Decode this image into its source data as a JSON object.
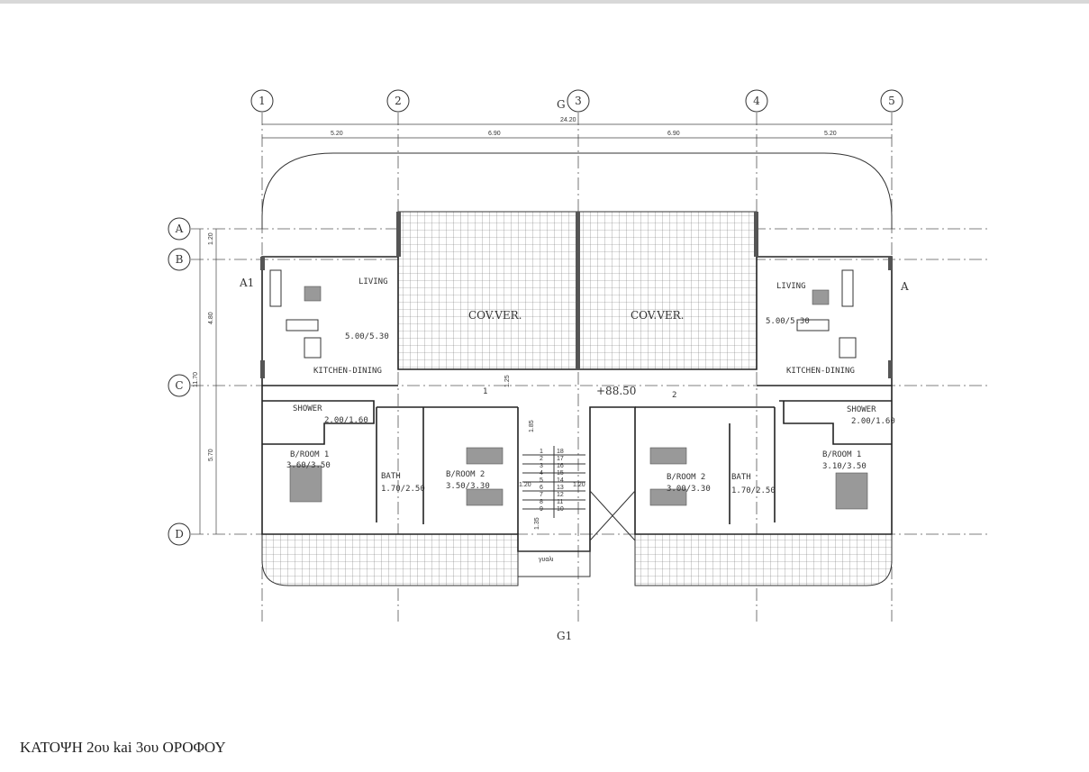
{
  "title": "ΚΑΤΟΨΗ 2ου kai 3ου ΟΡΟΦΟΥ",
  "grid_axes": {
    "columns": [
      "1",
      "2",
      "3",
      "4",
      "5"
    ],
    "rows": [
      "A",
      "B",
      "C",
      "D"
    ]
  },
  "section_marks": {
    "top": "G",
    "bottom": "G1",
    "left": "A1",
    "right": "A"
  },
  "dimensions": {
    "overall": "24.20",
    "bays": [
      "5.20",
      "6.90",
      "6.90",
      "5.20"
    ],
    "vertical": [
      "1.20",
      "4.80",
      "5.70"
    ],
    "vertical_overall": "11.70",
    "stair": [
      "1.85",
      "1.35",
      "1.25",
      "1.20",
      "1.20"
    ]
  },
  "level": "+88.50",
  "door_tags": [
    "1",
    "2"
  ],
  "stair_label": "γυαλι",
  "stair_steps_left": [
    "1",
    "2",
    "3",
    "4",
    "5",
    "6",
    "7",
    "8",
    "9"
  ],
  "stair_steps_right": [
    "18",
    "17",
    "16",
    "15",
    "14",
    "13",
    "12",
    "11",
    "10"
  ],
  "rooms": {
    "left": {
      "living": "LIVING",
      "living_size": "5.00/5.30",
      "kitchen": "KITCHEN-DINING",
      "shower": "SHOWER",
      "shower_size": "2.00/1.60",
      "bedroom1": "B/ROOM 1",
      "bedroom1_size": "3.60/3.50",
      "bath": "BATH",
      "bath_size": "1.70/2.50",
      "bedroom2": "B/ROOM 2",
      "bedroom2_size": "3.50/3.30",
      "veranda": "COV.VER."
    },
    "right": {
      "living": "LIVING",
      "living_size": "5.00/5.30",
      "kitchen": "KITCHEN-DINING",
      "shower": "SHOWER",
      "shower_size": "2.00/1.60",
      "bedroom1": "B/ROOM 1",
      "bedroom1_size": "3.10/3.50",
      "bath": "BATH",
      "bath_size": "1.70/2.50",
      "bedroom2": "B/ROOM 2",
      "bedroom2_size": "3.00/3.30",
      "veranda": "COV.VER."
    }
  }
}
